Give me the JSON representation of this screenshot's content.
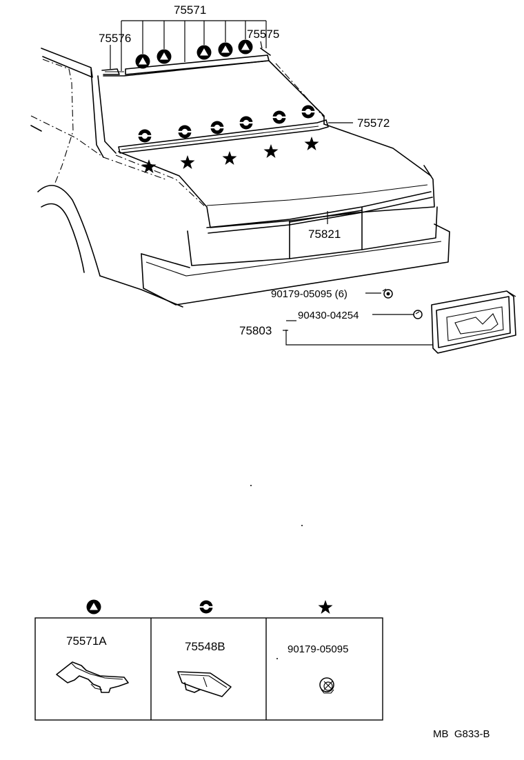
{
  "labels": {
    "p75571": "75571",
    "p75576": "75576",
    "p75575": "75575",
    "p75572": "75572",
    "p75821": "75821",
    "bolt_qty": "90179-05095 (6)",
    "nut": "90430-04254",
    "p75803": "75803"
  },
  "legend": [
    {
      "symbol": "triangle-in-circle",
      "part": "75571A"
    },
    {
      "symbol": "ring-clip",
      "part": "75548B"
    },
    {
      "symbol": "star",
      "part": "90179-05095"
    }
  ],
  "footer": {
    "code": "MB  G833-B"
  }
}
